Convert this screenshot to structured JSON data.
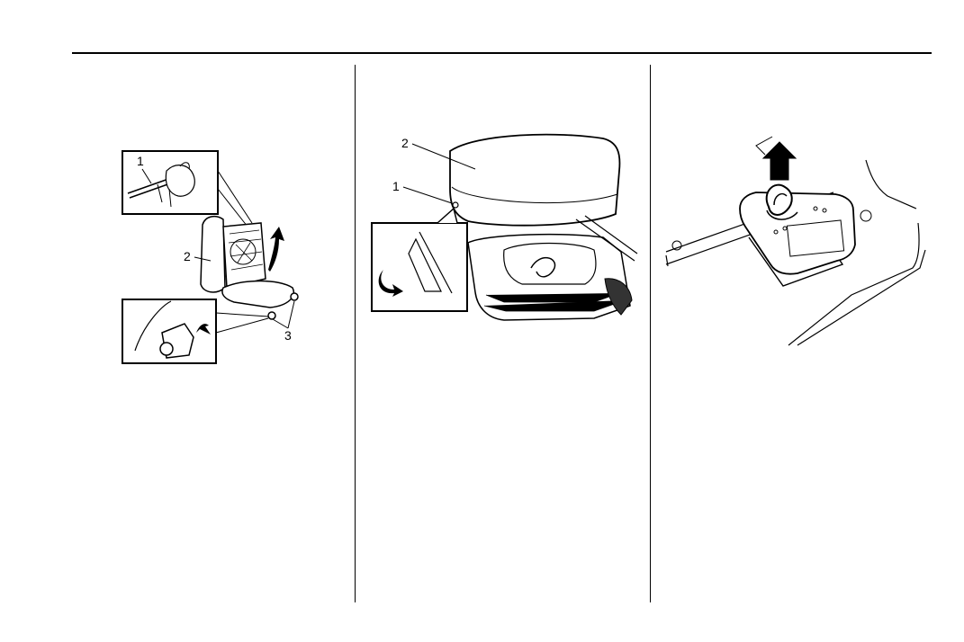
{
  "figures": {
    "fig1": {
      "callouts": [
        "1",
        "2",
        "3"
      ]
    },
    "fig2": {
      "callouts": [
        "2",
        "1"
      ]
    },
    "fig3": {
      "icons": [
        "arrow-up-icon"
      ]
    }
  }
}
